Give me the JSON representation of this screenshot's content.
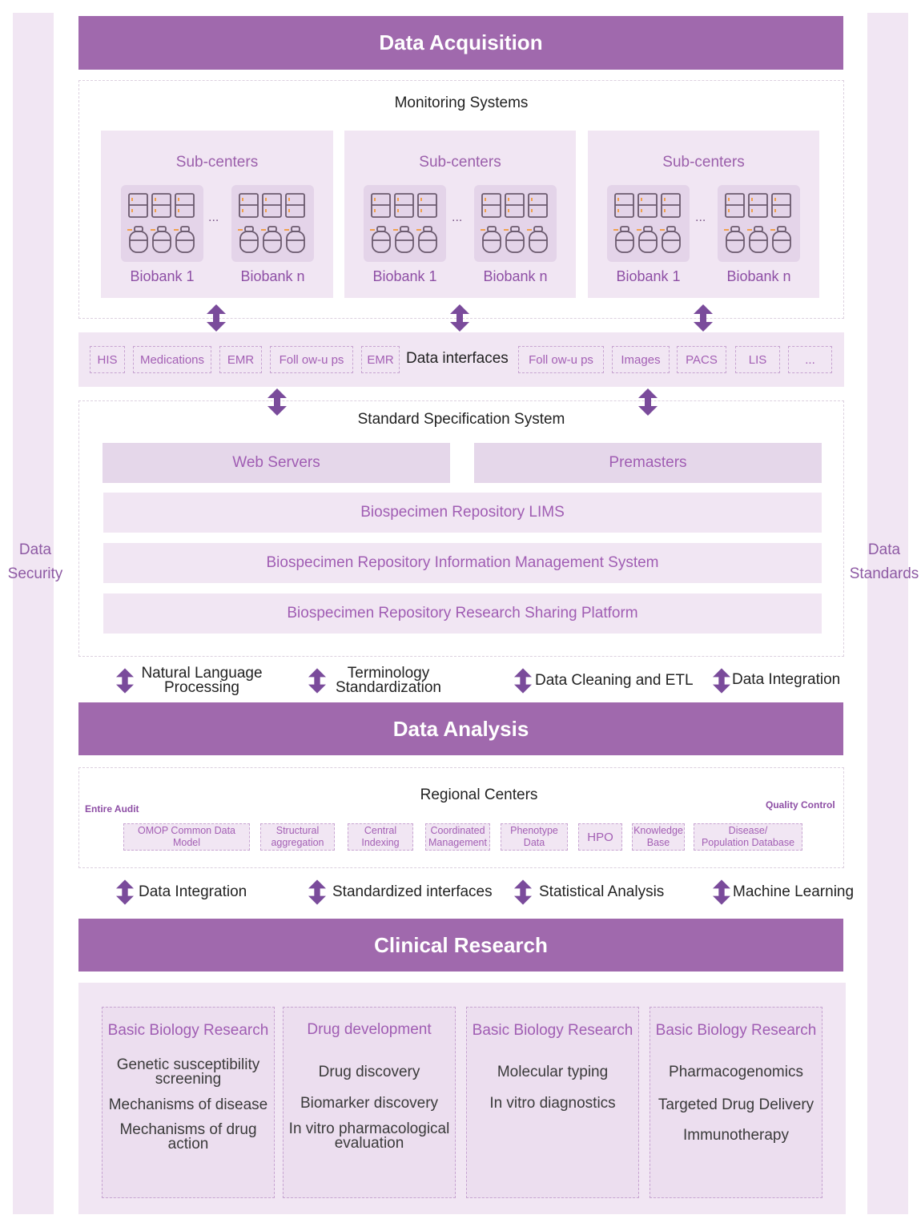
{
  "side": {
    "left": "Data\nSecurity",
    "right": "Data\nStandards"
  },
  "colors": {
    "banner": "#a069ad",
    "accent": "#9b5fab",
    "panel": "#f1e6f3",
    "arrow": "#7a4b9b"
  },
  "acquisition": {
    "title": "Data Acquisition",
    "monitoring_title": "Monitoring Systems",
    "subcenters": [
      {
        "title": "Sub-centers",
        "biobank_first": "Biobank 1",
        "biobank_last": "Biobank n",
        "ellipsis": "..."
      },
      {
        "title": "Sub-centers",
        "biobank_first": "Biobank 1",
        "biobank_last": "Biobank n",
        "ellipsis": "..."
      },
      {
        "title": "Sub-centers",
        "biobank_first": "Biobank 1",
        "biobank_last": "Biobank n",
        "ellipsis": "..."
      }
    ],
    "interfaces_label": "Data interfaces",
    "interfaces_left": [
      "HIS",
      "Medications",
      "EMR",
      "Foll ow-u ps",
      "EMR"
    ],
    "interfaces_right": [
      "Foll ow-u ps",
      "Images",
      "PACS",
      "LIS",
      "..."
    ]
  },
  "spec": {
    "title": "Standard Specification System",
    "web_servers": "Web Servers",
    "premasters": "Premasters",
    "lims": "Biospecimen Repository LIMS",
    "info_mgmt": "Biospecimen Repository Information Management System",
    "sharing": "Biospecimen Repository Research Sharing Platform"
  },
  "flow1": [
    "Natural Language\nProcessing",
    "Terminology\nStandardization",
    "Data Cleaning and ETL",
    "Data Integration"
  ],
  "analysis": {
    "title": "Data Analysis",
    "regional_title": "Regional Centers",
    "entire_audit": "Entire Audit",
    "quality_control": "Quality Control",
    "tags": [
      "OMOP Common Data Model",
      "Structural\naggregation",
      "Central\nIndexing",
      "Coordinated\nManagement",
      "Phenotype\nData",
      "HPO",
      "Knowledge\nBase",
      "Disease/\nPopulation Database"
    ]
  },
  "flow2": [
    "Data Integration",
    "Standardized interfaces",
    "Statistical Analysis",
    "Machine Learning"
  ],
  "clinical": {
    "title": "Clinical Research",
    "cards": [
      {
        "title": "Basic Biology Research",
        "items": [
          "Genetic susceptibility\nscreening",
          "Mechanisms of disease",
          "Mechanisms of drug\naction"
        ]
      },
      {
        "title": "Drug development",
        "items": [
          "Drug discovery",
          "Biomarker discovery",
          "In vitro pharmacological\nevaluation"
        ]
      },
      {
        "title": "Basic Biology Research",
        "items": [
          "Molecular typing",
          "In vitro diagnostics"
        ]
      },
      {
        "title": "Basic Biology Research",
        "items": [
          "Pharmacogenomics",
          "Targeted Drug Delivery",
          "Immunotherapy"
        ]
      }
    ]
  }
}
